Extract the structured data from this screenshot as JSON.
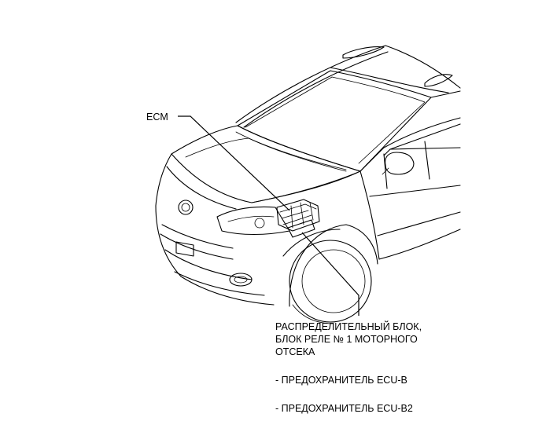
{
  "labels": {
    "ecm": "ECM",
    "junction_block": [
      "РАСПРЕДЕЛИТЕЛЬНЫЙ БЛОК,",
      "БЛОК РЕЛЕ № 1 МОТОРНОГО",
      "ОТСЕКА"
    ],
    "fuse_ecu_b": "- ПРЕДОХРАНИТЕЛЬ ECU-B",
    "fuse_ecu_b2": "- ПРЕДОХРАНИТЕЛЬ ECU-B2"
  }
}
